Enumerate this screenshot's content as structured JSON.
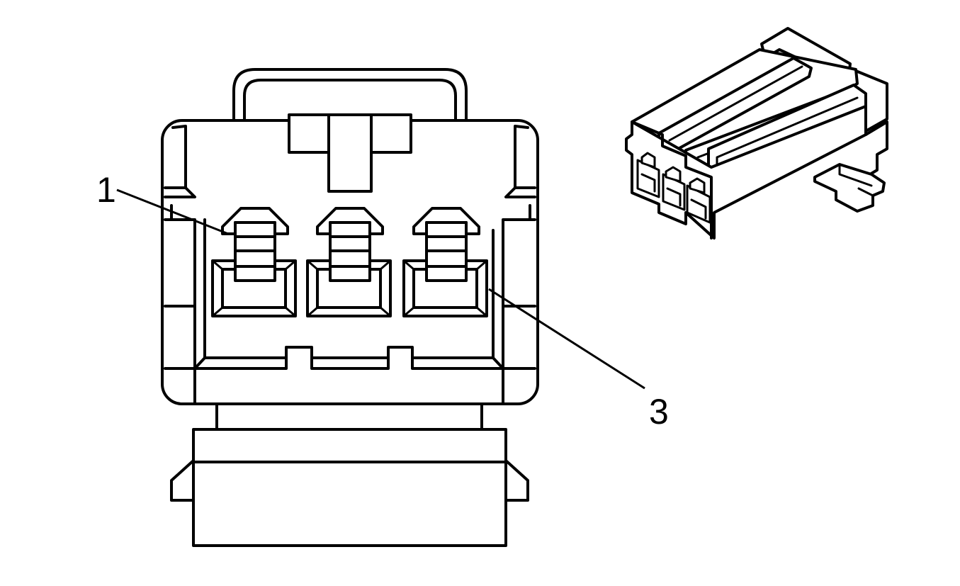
{
  "diagram": {
    "callouts": [
      {
        "id": "pin-1",
        "text": "1"
      },
      {
        "id": "pin-3",
        "text": "3"
      }
    ],
    "line_color": "#000000",
    "background_color": "#ffffff"
  }
}
